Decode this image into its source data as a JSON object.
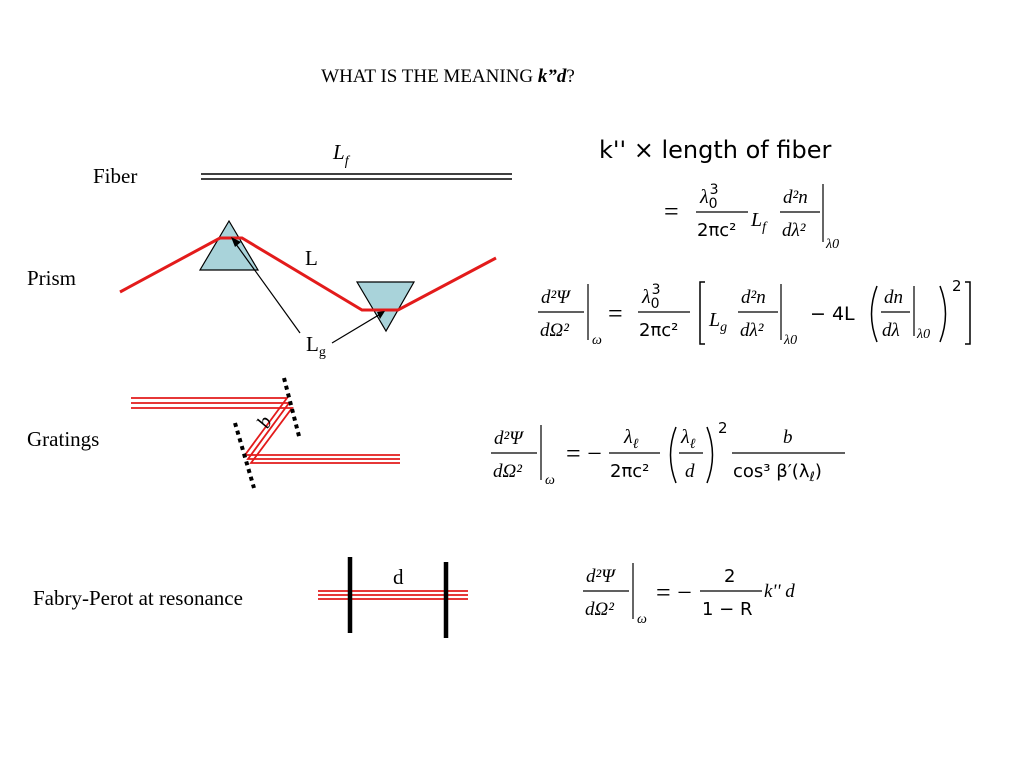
{
  "slide": {
    "title_prefix": "WHAT IS THE MEANING ",
    "title_emph": "k”d",
    "title_suffix": "?"
  },
  "rows": {
    "fiber": {
      "label": "Fiber",
      "length_main": "L",
      "length_sub": "f",
      "eq_heading": "k'' × length of fiber",
      "eq_numerator": "λ",
      "eq_num_sub": "0",
      "eq_num_sup": "3",
      "eq_denominator": "2πc²",
      "eq_L": "L",
      "eq_L_sub": "f",
      "eq_deriv_num": "d²n",
      "eq_deriv_den": "dλ²",
      "eq_eval_sub": "λ0"
    },
    "prism": {
      "label": "Prism",
      "L_label": "L",
      "Lg_main": "L",
      "Lg_sub": "g",
      "eq_lhs_num": "d²Ψ",
      "eq_lhs_den": "dΩ²",
      "eq_lhs_sub": "ω",
      "eq_coef_num_sub": "0",
      "eq_coef_den": "2πc²",
      "eq_Lg": "L",
      "eq_Lg_sub": "g",
      "eq_d2n": "d²n",
      "eq_dl2": "dλ²",
      "eq_eval1": "λ0",
      "eq_minus4L": "− 4L",
      "eq_dn": "dn",
      "eq_dl": "dλ",
      "eq_eval2": "λ0",
      "eq_sq": "2"
    },
    "gratings": {
      "label": "Gratings",
      "b_label": "b",
      "eq_lhs_num": "d²Ψ",
      "eq_lhs_den": "dΩ²",
      "eq_lhs_sub": "ω",
      "eq_rhs_eq": "= −",
      "eq_coef_num": "λ",
      "eq_coef_num_sub": "ℓ",
      "eq_coef_den": "2πc²",
      "eq_paren_num": "λ",
      "eq_paren_num_sub": "ℓ",
      "eq_paren_den": "d",
      "eq_sq": "2",
      "eq_b": "b",
      "eq_cos": "cos³ β′(λ",
      "eq_cos_sub": "ℓ",
      "eq_cos_close": ")"
    },
    "fabry_perot": {
      "label": "Fabry-Perot at resonance",
      "d_label": "d",
      "eq_lhs_num": "d²Ψ",
      "eq_lhs_den": "dΩ²",
      "eq_lhs_sub": "ω",
      "eq_rhs_eq": "= −",
      "eq_frac_num": "2",
      "eq_frac_den": "1 − R",
      "eq_tail": "k'' d"
    }
  },
  "colors": {
    "beam": "#e31b1b",
    "prism_fill": "#a9d3da",
    "stroke": "#000000"
  }
}
